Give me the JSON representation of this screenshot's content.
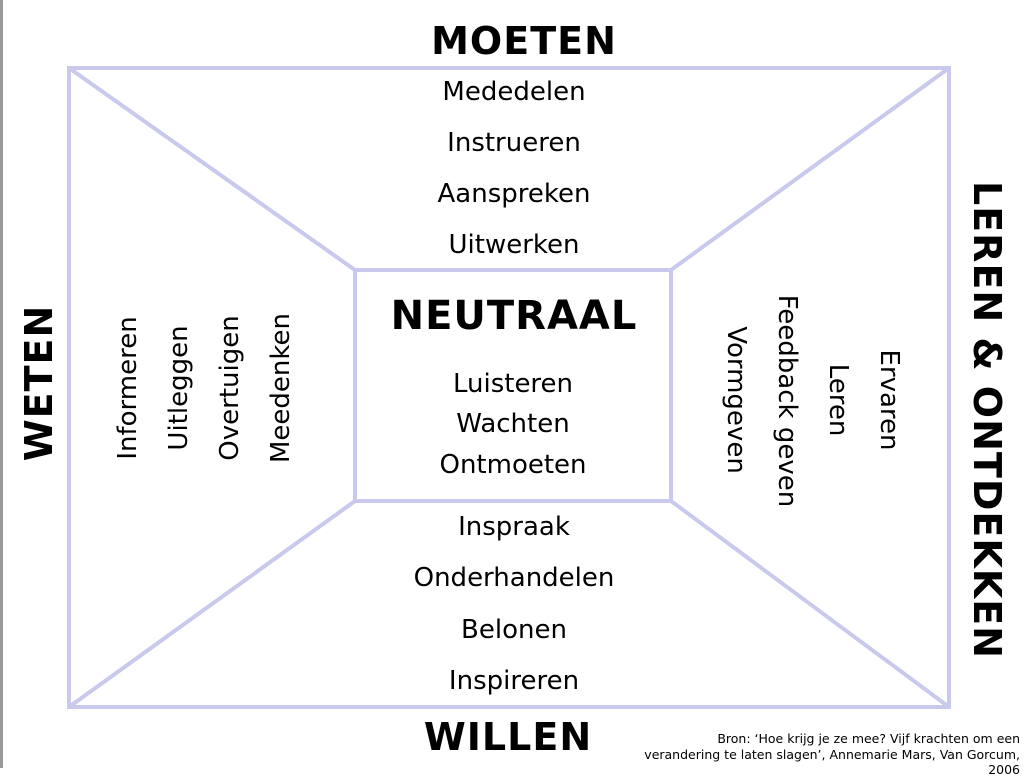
{
  "headers": {
    "top": "MOETEN",
    "bottom": "WILLEN",
    "left": "WETEN",
    "right": "LEREN & ONTDEKKEN"
  },
  "sections": {
    "top": [
      "Mededelen",
      "Instrueren",
      "Aanspreken",
      "Uitwerken"
    ],
    "bottom": [
      "Inspraak",
      "Onderhandelen",
      "Belonen",
      "Inspireren"
    ],
    "left": [
      "Informeren",
      "Uitleggen",
      "Overtuigen",
      "Meedenken"
    ],
    "right": [
      "Vormgeven",
      "Feedback geven",
      "Leren",
      "Ervaren"
    ]
  },
  "center": {
    "title": "NEUTRAAL",
    "items": [
      "Luisteren",
      "Wachten",
      "Ontmoeten"
    ]
  },
  "source": {
    "line1": "Bron:  ‘Hoe krijg je ze mee? Vijf krachten om een",
    "line2": "verandering te laten slagen’, Annemarie Mars, Van Gorcum,",
    "line3": "2006"
  },
  "colors": {
    "frame": "#c9c9ee",
    "text": "#000000"
  }
}
